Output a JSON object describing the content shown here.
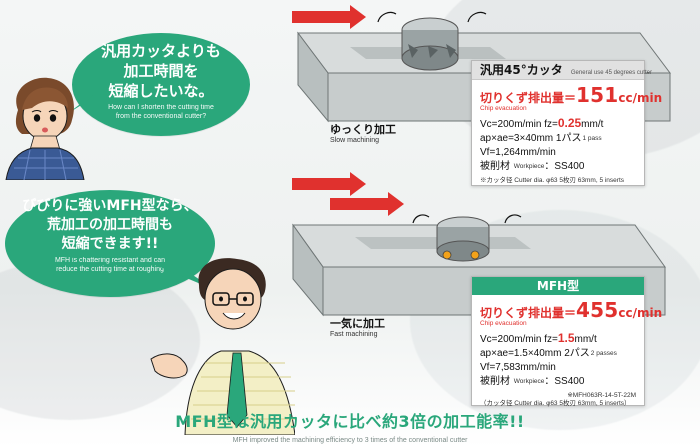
{
  "bubble1": {
    "jp": "汎用カッタよりも\n加工時間を\n短縮したいな。",
    "en": "How can I shorten the cutting time\nfrom the conventional cutter?"
  },
  "bubble2": {
    "jp": "びびりに強いMFH型なら、\n荒加工の加工時間も\n短縮できます!!",
    "en": "MFH is chattering resistant and can\nreduce the cutting time at roughing"
  },
  "captions": {
    "slow_jp": "ゆっくり加工",
    "slow_en": "Slow machining",
    "fast_jp": "一気に加工",
    "fast_en": "Fast machining"
  },
  "card1": {
    "title": "汎用45°カッタ",
    "title_en": "General use 45 degrees cutter",
    "rate_label": "切りくず排出量＝",
    "rate_value": "151",
    "rate_unit": "cc/min",
    "rate_en": "Chip evacuation",
    "vc_text": "Vc=200m/min  fz=",
    "fz_value": "0.25",
    "fz_unit": "mm/t",
    "ap_text": "ap×ae=3×40mm  1パス",
    "ap_pass_en": "1 pass",
    "vf_text": "Vf=1,264mm/min",
    "work_jp": "被削材",
    "work_en": "Workpiece",
    "work_value": "：SS400",
    "note": "※カッタ径 Cutter dia. φ63  5枚刃 63mm, 5 inserts"
  },
  "card2": {
    "title": "MFH型",
    "rate_label": "切りくず排出量＝",
    "rate_value": "455",
    "rate_unit": "cc/min",
    "rate_en": "Chip evacuation",
    "vc_text": "Vc=200m/min  fz=",
    "fz_value": "1.5",
    "fz_unit": "mm/t",
    "ap_text": "ap×ae=1.5×40mm  2パス",
    "ap_pass_en": "2 passes",
    "vf_text": "Vf=7,583mm/min",
    "work_jp": "被削材",
    "work_en": "Workpiece",
    "work_value": "：SS400",
    "note_model": "※MFH063R-14-5T-22M",
    "note": "（カッタ径 Cutter dia. φ63  5枚刃 63mm, 5 inserts）"
  },
  "bottom": {
    "title": "MFH型は汎用カッタに比べ約3倍の加工能率!!",
    "subtitle": "MFH improved the machining efficiency to 3 times of the conventional cutter"
  },
  "colors": {
    "accent_green": "#2aa77b",
    "accent_red": "#e0312e",
    "card_gray": "#e1e1e1"
  }
}
